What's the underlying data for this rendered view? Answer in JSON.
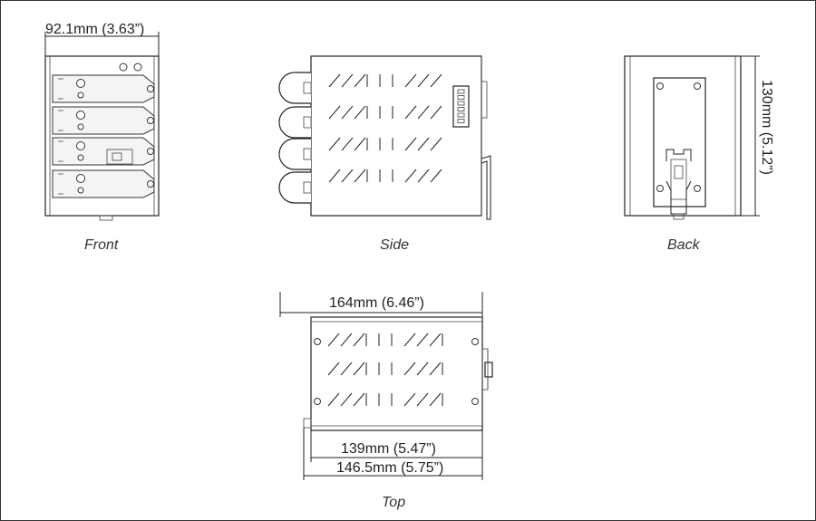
{
  "views": {
    "front": {
      "caption": "Front",
      "dimension": "92.1mm (3.63”)"
    },
    "side": {
      "caption": "Side"
    },
    "back": {
      "caption": "Back",
      "dimension": "130mm (5.12”)"
    },
    "top": {
      "caption": "Top",
      "dimension_top": "164mm (6.46”)",
      "dimension_mid": "139mm (5.47”)",
      "dimension_bottom": "146.5mm (5.75”)"
    }
  },
  "colors": {
    "line": "#222222",
    "background": "#ffffff"
  }
}
